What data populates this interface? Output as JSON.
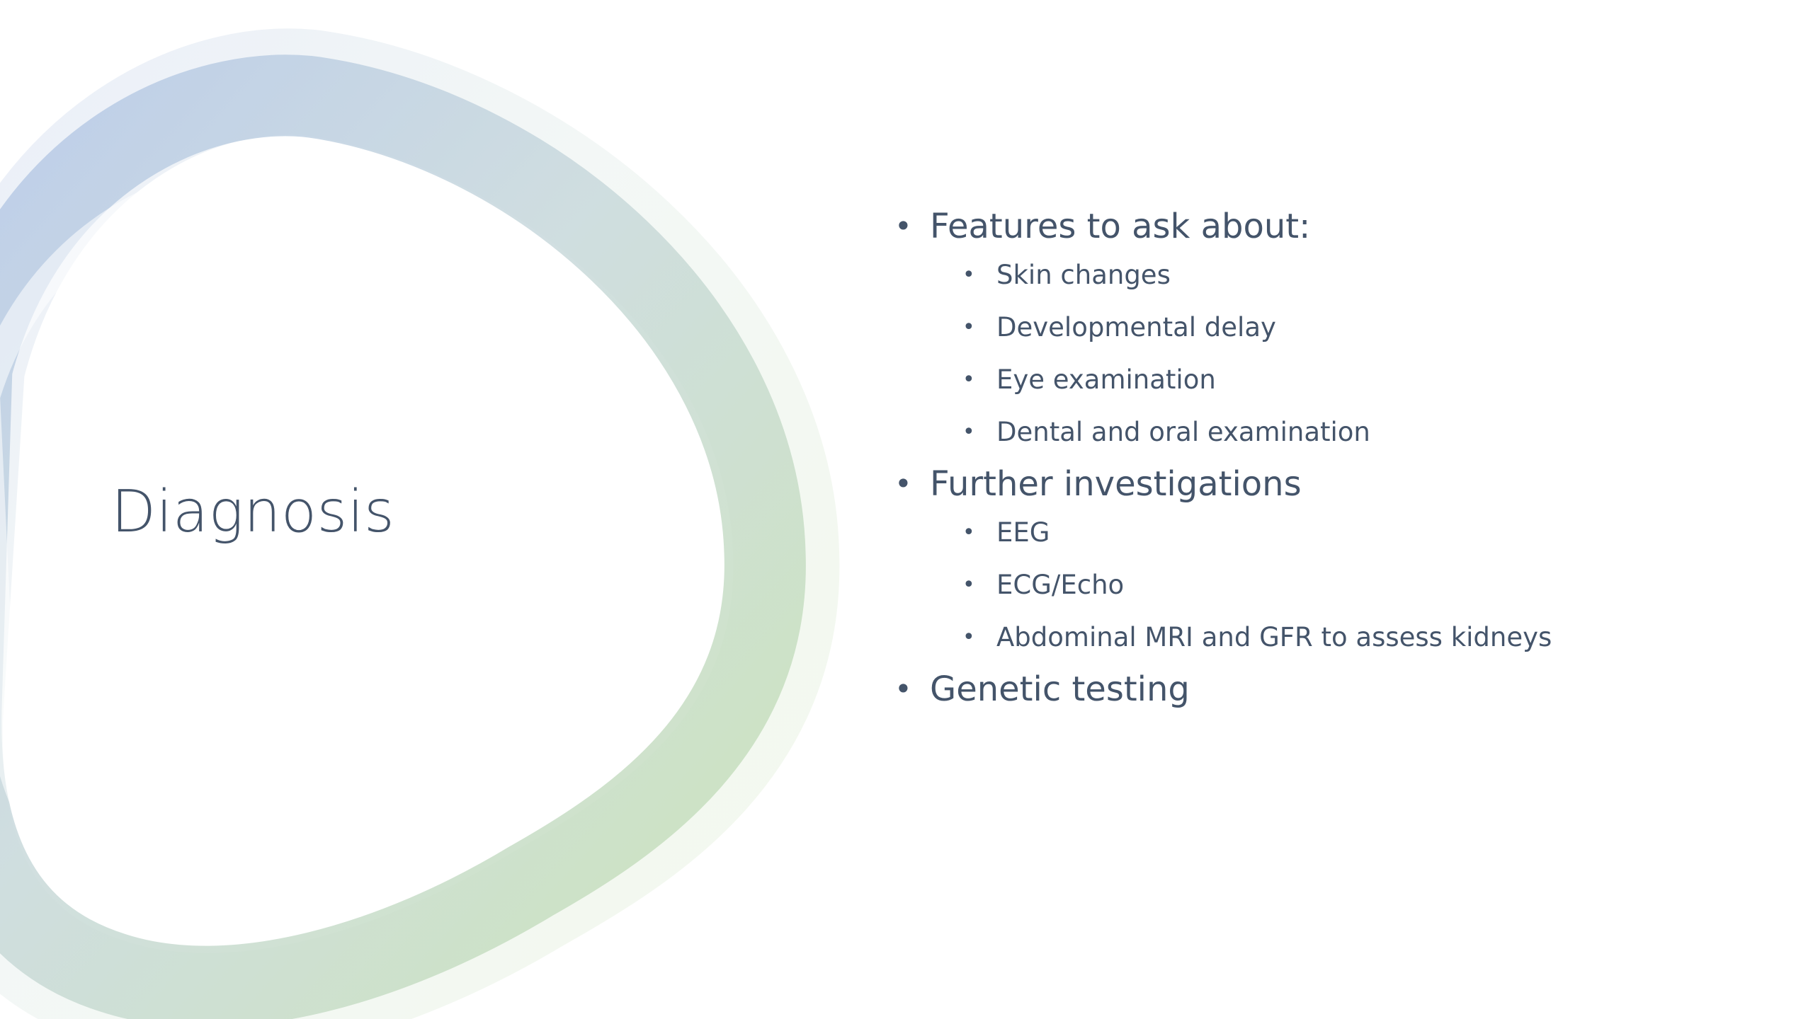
{
  "slide": {
    "title": "Diagnosis",
    "bullet_glyph": "•",
    "bullets": [
      {
        "text": "Features to ask about:",
        "sub": [
          "Skin changes",
          "Developmental delay",
          "Eye examination",
          "Dental and oral examination"
        ]
      },
      {
        "text": "Further investigations",
        "sub": [
          "EEG",
          "ECG/Echo",
          "Abdominal MRI and GFR to assess kidneys"
        ]
      },
      {
        "text": "Genetic testing",
        "sub": []
      }
    ]
  },
  "colors": {
    "text": "#44546a",
    "ring_blue": "#b4c7e7",
    "ring_green": "#c5e0b4",
    "background": "#ffffff"
  }
}
